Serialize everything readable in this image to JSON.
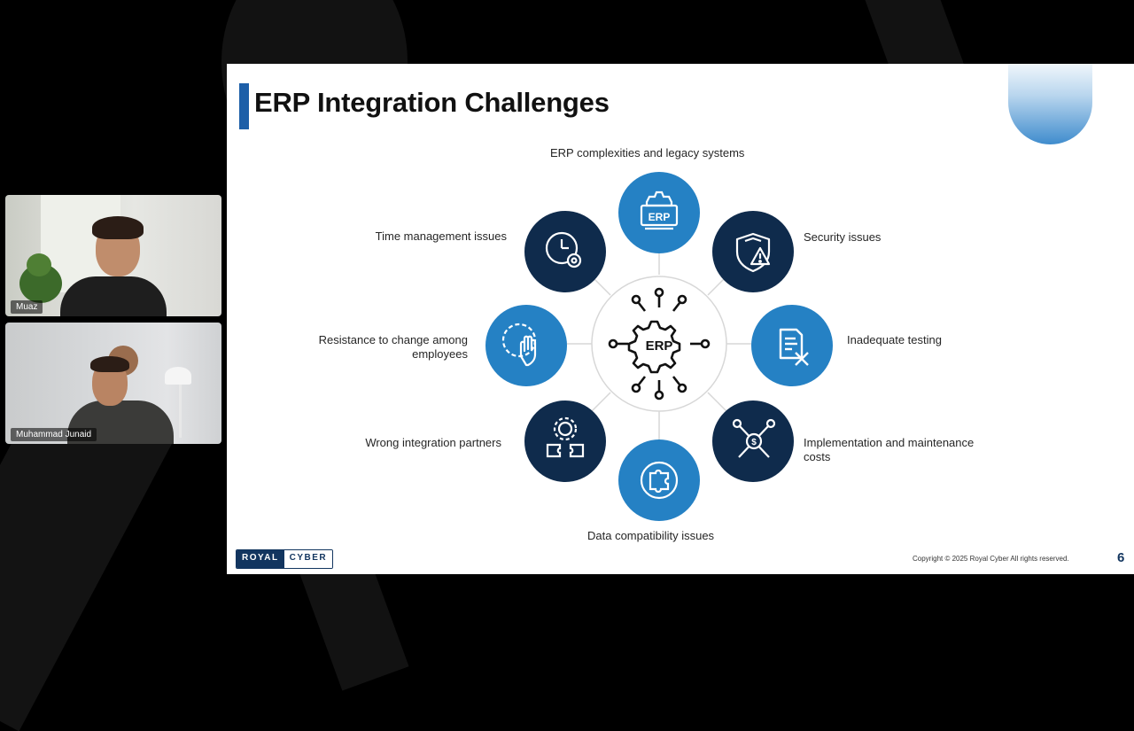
{
  "participants": [
    {
      "name": "Muaz"
    },
    {
      "name": "Muhammad Junaid"
    }
  ],
  "slide": {
    "title": "ERP Integration Challenges",
    "center_icon": "erp-gear-chip-icon",
    "center_icon_text": "ERP",
    "challenges": [
      {
        "label": "ERP complexities and legacy systems",
        "icon": "erp-gear-icon",
        "icon_text": "ERP",
        "color": "#2581c4"
      },
      {
        "label": "Security issues",
        "icon": "shield-warning-icon",
        "color": "#0f2b4c"
      },
      {
        "label": "Inadequate testing",
        "icon": "document-x-icon",
        "color": "#2581c4"
      },
      {
        "label_line1": "Implementation and maintenance",
        "label_line2": "costs",
        "icon": "tools-dollar-icon",
        "color": "#0f2b4c"
      },
      {
        "label": "Data compatibility issues",
        "icon": "puzzle-cycle-icon",
        "color": "#2581c4"
      },
      {
        "label": "Wrong integration partners",
        "icon": "gear-puzzle-icon",
        "color": "#0f2b4c"
      },
      {
        "label_line1": "Resistance to change among",
        "label_line2": "employees",
        "icon": "hand-stop-icon",
        "color": "#2581c4"
      },
      {
        "label": "Time management issues",
        "icon": "clock-gear-icon",
        "color": "#0f2b4c"
      }
    ],
    "footer": {
      "logo_left": "ROYAL",
      "logo_right": "CYBER",
      "copyright": "Copyright © 2025 Royal Cyber  All rights reserved.",
      "page_number": "6"
    }
  }
}
